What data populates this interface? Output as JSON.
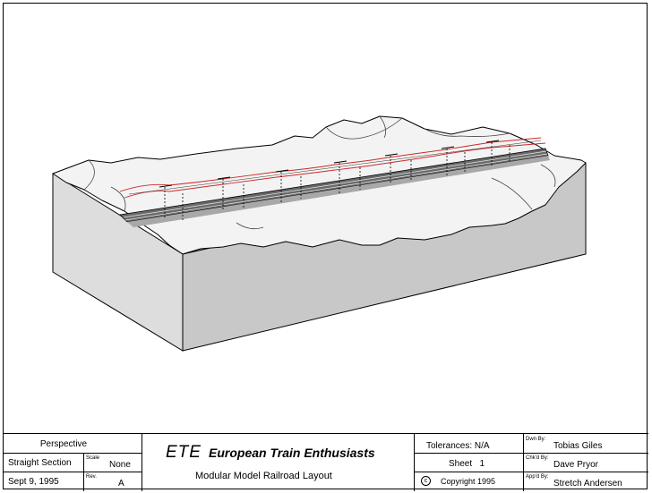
{
  "title_block": {
    "view": "Perspective",
    "section": "Straight Section",
    "scale_label": "Scale",
    "scale_value": "None",
    "date": "Sept 9, 1995",
    "rev_label": "Rev.",
    "rev_value": "A",
    "org_abbr": "ETE",
    "org_name": "European Train Enthusiasts",
    "subtitle": "Modular Model Railroad Layout",
    "tolerances": "Tolerances: N/A",
    "sheet": "Sheet   1",
    "copyright_symbol": "c",
    "copyright": "Copyright 1995",
    "drawn_by_label": "Dwn By:",
    "drawn_by": "Tobias Giles",
    "checked_by_label": "Chk'd By:",
    "checked_by": "Dave Pryor",
    "approved_by_label": "App'd By:",
    "approved_by": "Stretch Andersen"
  },
  "colors": {
    "catenary": "#cc2a2a",
    "front_face": "#c8c8c8",
    "side_face": "#dcdcdc",
    "terrain": "#f3f3f3"
  }
}
